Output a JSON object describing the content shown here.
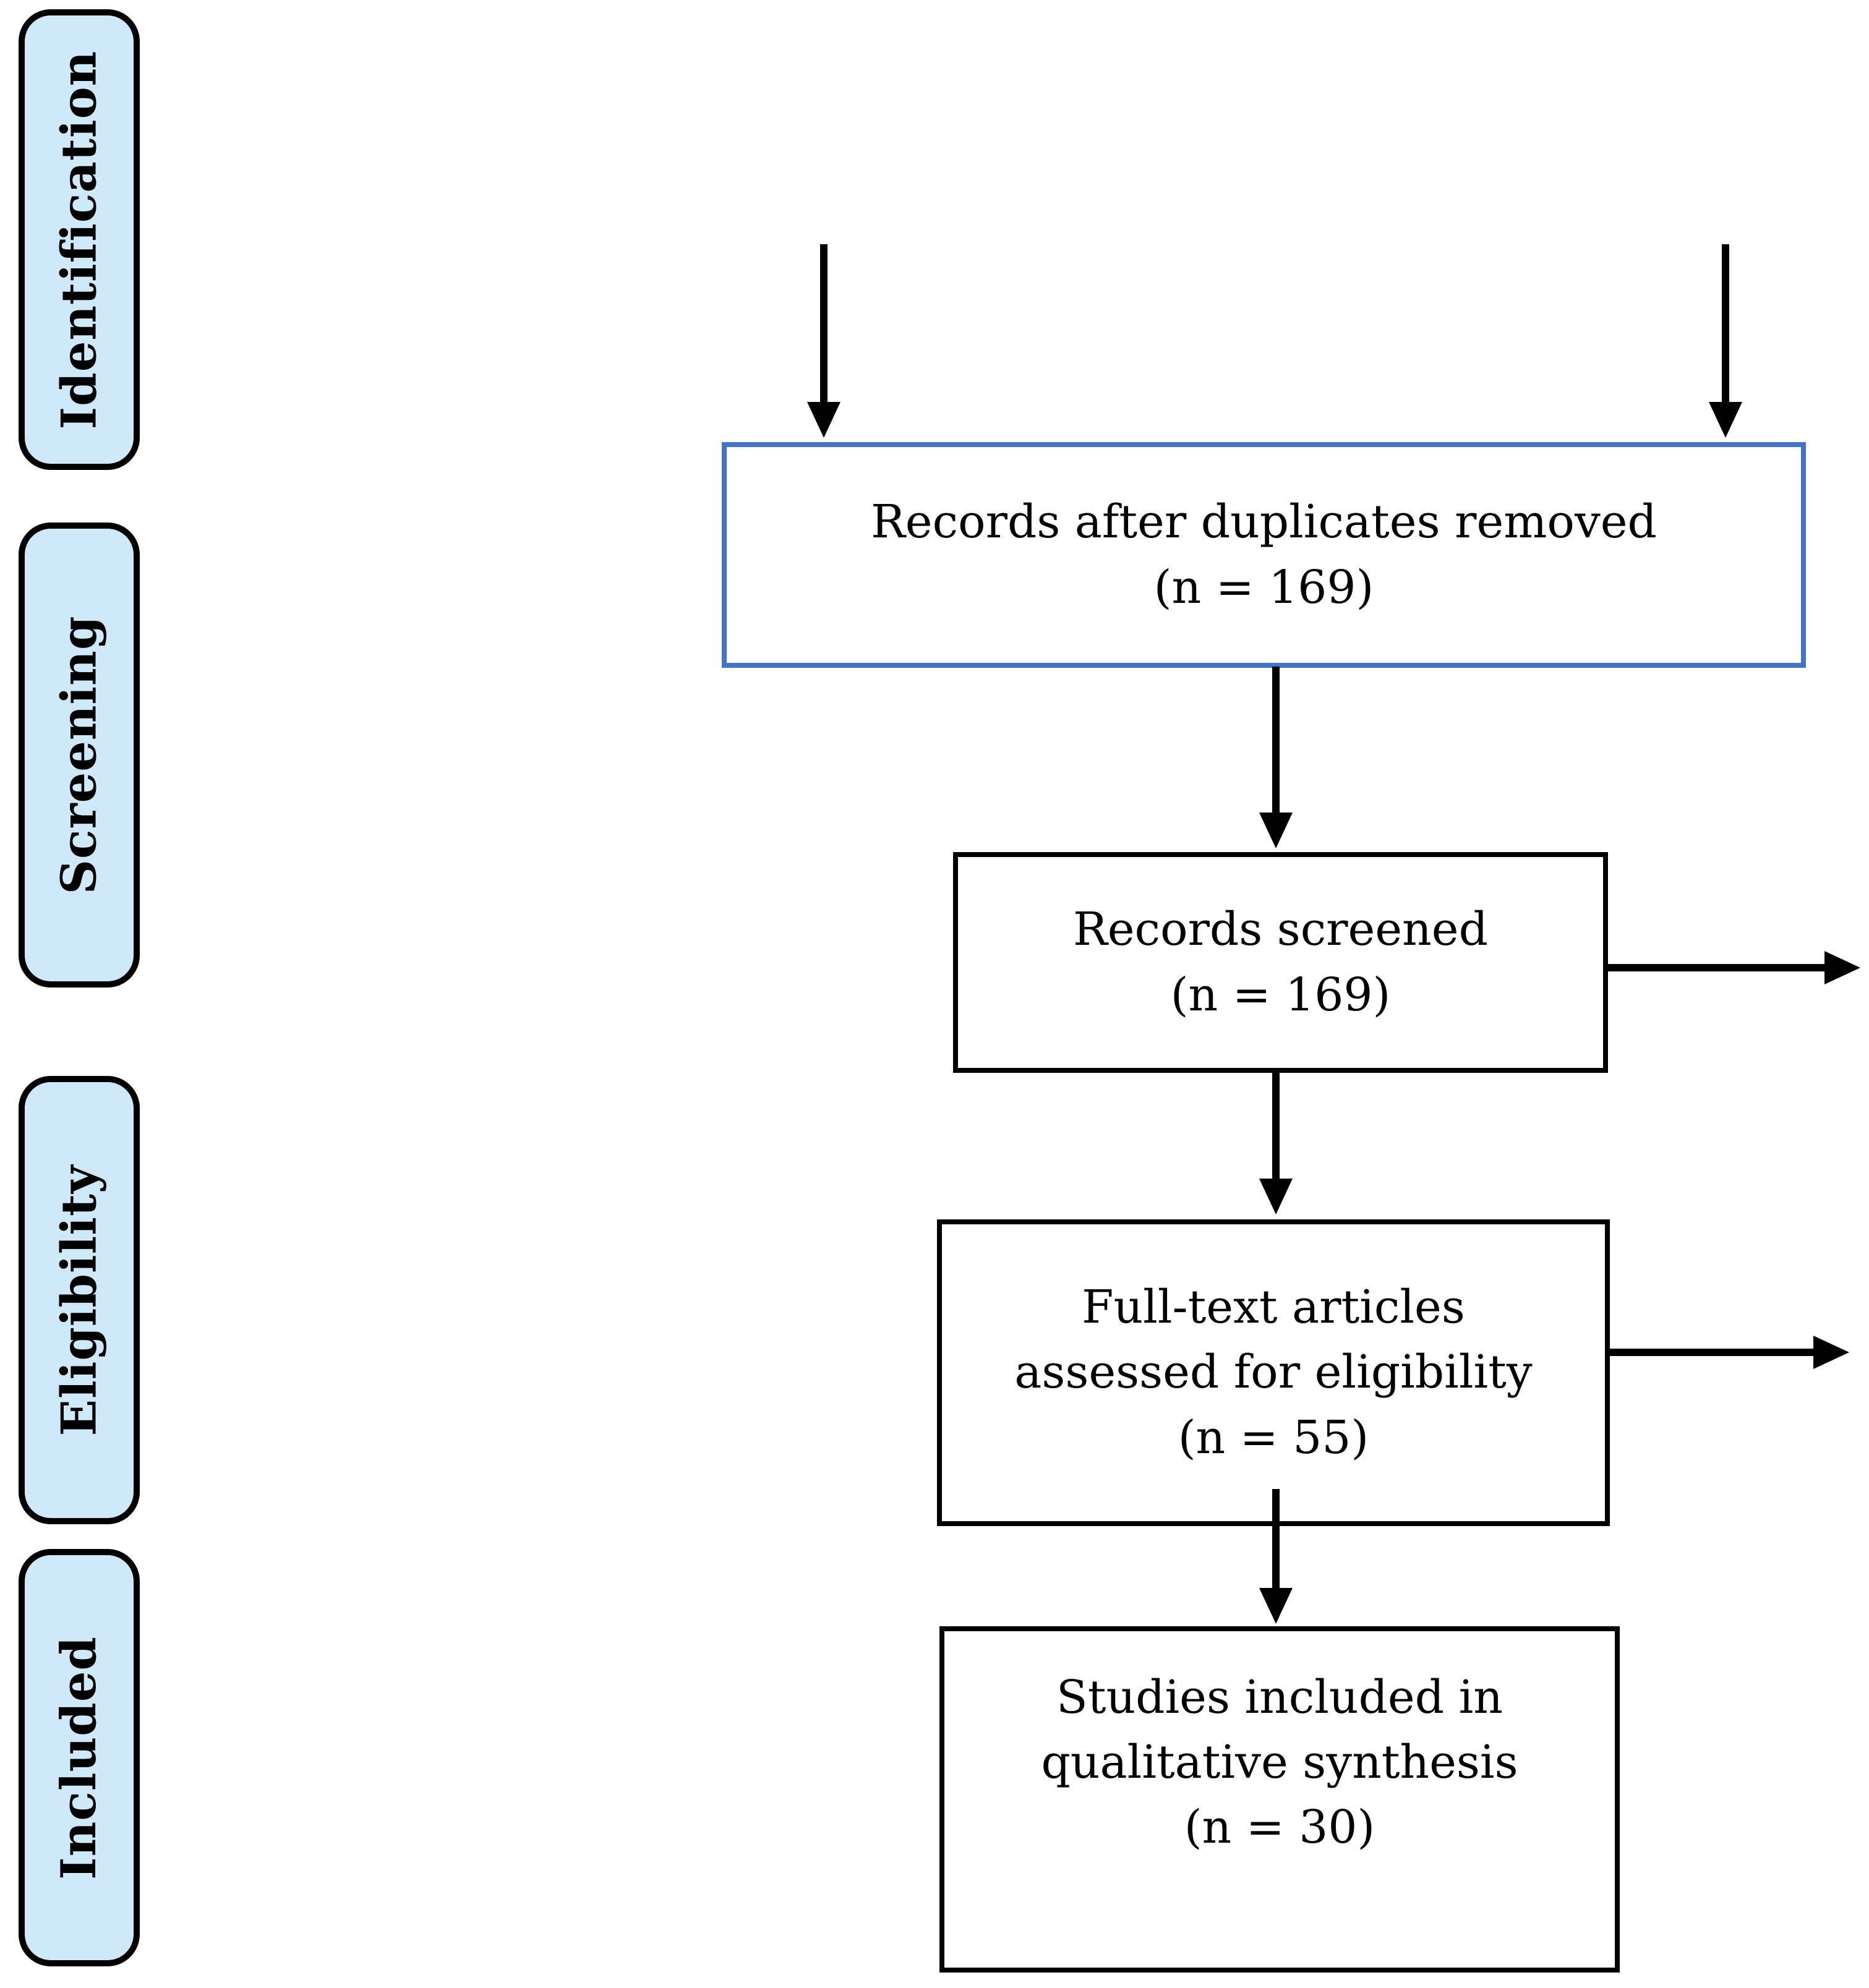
{
  "sidebar": {
    "labels": [
      "Identification",
      "Screening",
      "Eligibility",
      "Included"
    ]
  },
  "flow": {
    "records_after_duplicates": {
      "lines": [
        "Records after duplicates removed",
        "(n = 169)"
      ]
    },
    "records_screened": {
      "lines": [
        "Records screened",
        "(n = 169)"
      ]
    },
    "full_text_assessed": {
      "lines": [
        "Full-text articles",
        "assessed for eligibility",
        "(n = 55)"
      ]
    },
    "studies_included": {
      "lines": [
        "Studies included in",
        "qualitative synthesis",
        "(n = 30)"
      ]
    }
  },
  "colors": {
    "background": "#FFFFFF",
    "stage_fill": "#CFE9FB",
    "stage_border": "#000000",
    "accent_blue_border": "#4472C4",
    "box_border": "#000000",
    "arrow": "#000000",
    "text": "#000000"
  }
}
